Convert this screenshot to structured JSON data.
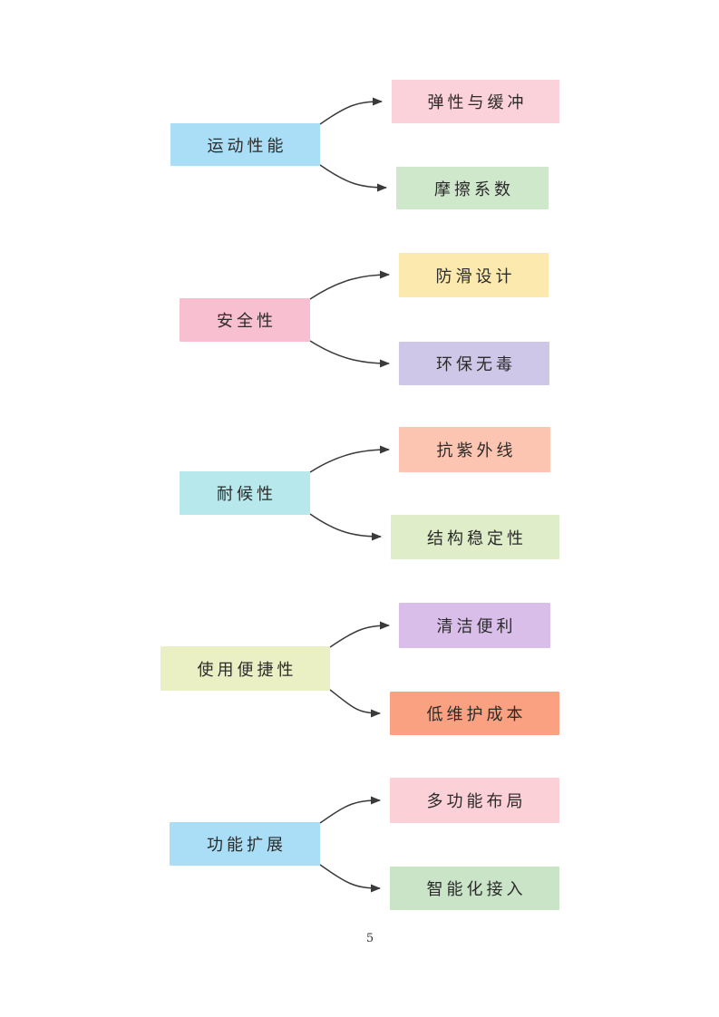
{
  "page": {
    "number": "5"
  },
  "diagram": {
    "arrow_color": "#3a3a3a",
    "text_color": "#2b2b2b",
    "groups": [
      {
        "parent": {
          "label": "运动性能",
          "color": "#a9def6"
        },
        "children": [
          {
            "label": "弹性与缓冲",
            "color": "#fbd2d9"
          },
          {
            "label": "摩擦系数",
            "color": "#cfe7cb"
          }
        ]
      },
      {
        "parent": {
          "label": "安全性",
          "color": "#f7bfd0"
        },
        "children": [
          {
            "label": "防滑设计",
            "color": "#fce9ad"
          },
          {
            "label": "环保无毒",
            "color": "#cec7e8"
          }
        ]
      },
      {
        "parent": {
          "label": "耐候性",
          "color": "#b7e8ec"
        },
        "children": [
          {
            "label": "抗紫外线",
            "color": "#fcc5b2"
          },
          {
            "label": "结构稳定性",
            "color": "#dfedc9"
          }
        ]
      },
      {
        "parent": {
          "label": "使用便捷性",
          "color": "#eaf0c4"
        },
        "children": [
          {
            "label": "清洁便利",
            "color": "#d9bee9"
          },
          {
            "label": "低维护成本",
            "color": "#f9a181"
          }
        ]
      },
      {
        "parent": {
          "label": "功能扩展",
          "color": "#a9def6"
        },
        "children": [
          {
            "label": "多功能布局",
            "color": "#fbd1d7"
          },
          {
            "label": "智能化接入",
            "color": "#c9e4c6"
          }
        ]
      }
    ]
  }
}
